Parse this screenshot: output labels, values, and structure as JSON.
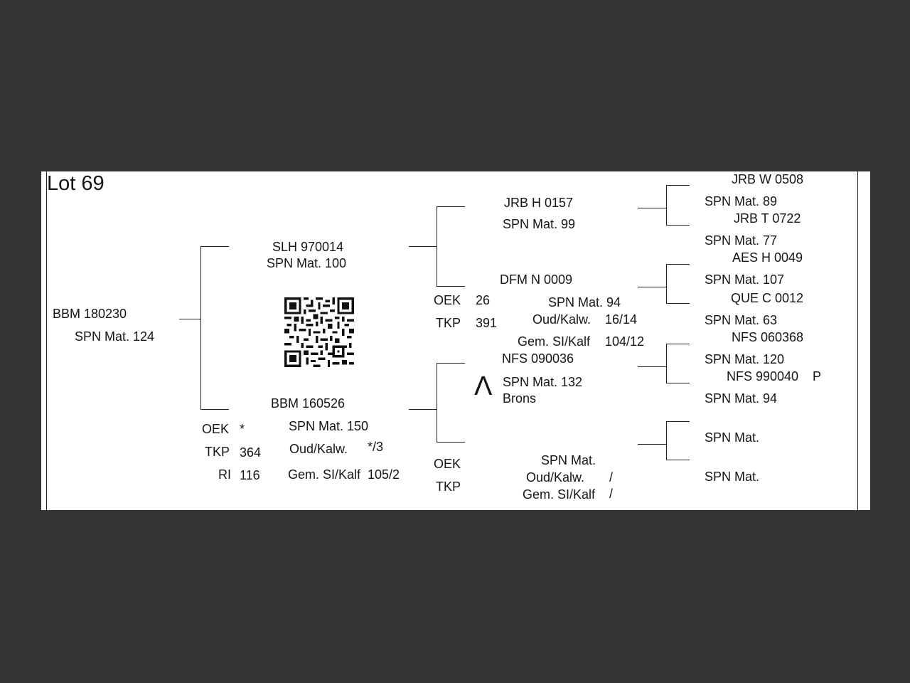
{
  "lot_title": "Lot 69",
  "animal": {
    "id": "BBM 180230",
    "spn": "SPN Mat. 124"
  },
  "sire": {
    "id": "SLH 970014",
    "spn": "SPN Mat. 100",
    "oek_label": "OEK",
    "oek_value": "26",
    "tkp_label": "TKP",
    "tkp_value": "391",
    "sire": {
      "id": "JRB H 0157",
      "spn": "SPN Mat. 99",
      "sire": {
        "id": "JRB W 0508",
        "spn": "SPN Mat. 89"
      },
      "dam": {
        "id": "JRB T 0722",
        "spn": "SPN Mat. 77"
      }
    },
    "dam": {
      "id": "DFM N 0009",
      "spn": "SPN Mat. 94",
      "oud_label": "Oud/Kalw.",
      "oud_value": "16/14",
      "gem_label": "Gem. SI/Kalf",
      "gem_value": "104/12",
      "sire": {
        "id": "AES H 0049",
        "spn": "SPN Mat. 107"
      },
      "dam": {
        "id": "QUE C 0012",
        "spn": "SPN Mat. 63"
      }
    }
  },
  "dam": {
    "id": "BBM 160526",
    "spn": "SPN Mat. 150",
    "oek_label": "OEK",
    "oek_value": "*",
    "tkp_label": "TKP",
    "tkp_value": "364",
    "ri_label": "RI",
    "ri_value": "116",
    "oud_label": "Oud/Kalw.",
    "oud_value": "*/3",
    "gem_label": "Gem. SI/Kalf",
    "gem_value": "105/2",
    "sire": {
      "id": "NFS 090036",
      "spn": "SPN Mat. 132",
      "award": "Brons",
      "symbol": "Λ",
      "sire": {
        "id": "NFS 060368",
        "spn": "SPN Mat. 120"
      },
      "dam": {
        "id": "NFS 990040",
        "flag": "P",
        "spn": "SPN Mat. 94"
      }
    },
    "dam": {
      "id": "",
      "spn": "SPN Mat.",
      "oek_label": "OEK",
      "tkp_label": "TKP",
      "oud_label": "Oud/Kalw.",
      "oud_value": "/",
      "gem_label": "Gem. SI/Kalf",
      "gem_value": "/",
      "sire": {
        "id": "",
        "spn": "SPN Mat."
      },
      "dam": {
        "id": "",
        "spn": "SPN Mat."
      }
    }
  }
}
